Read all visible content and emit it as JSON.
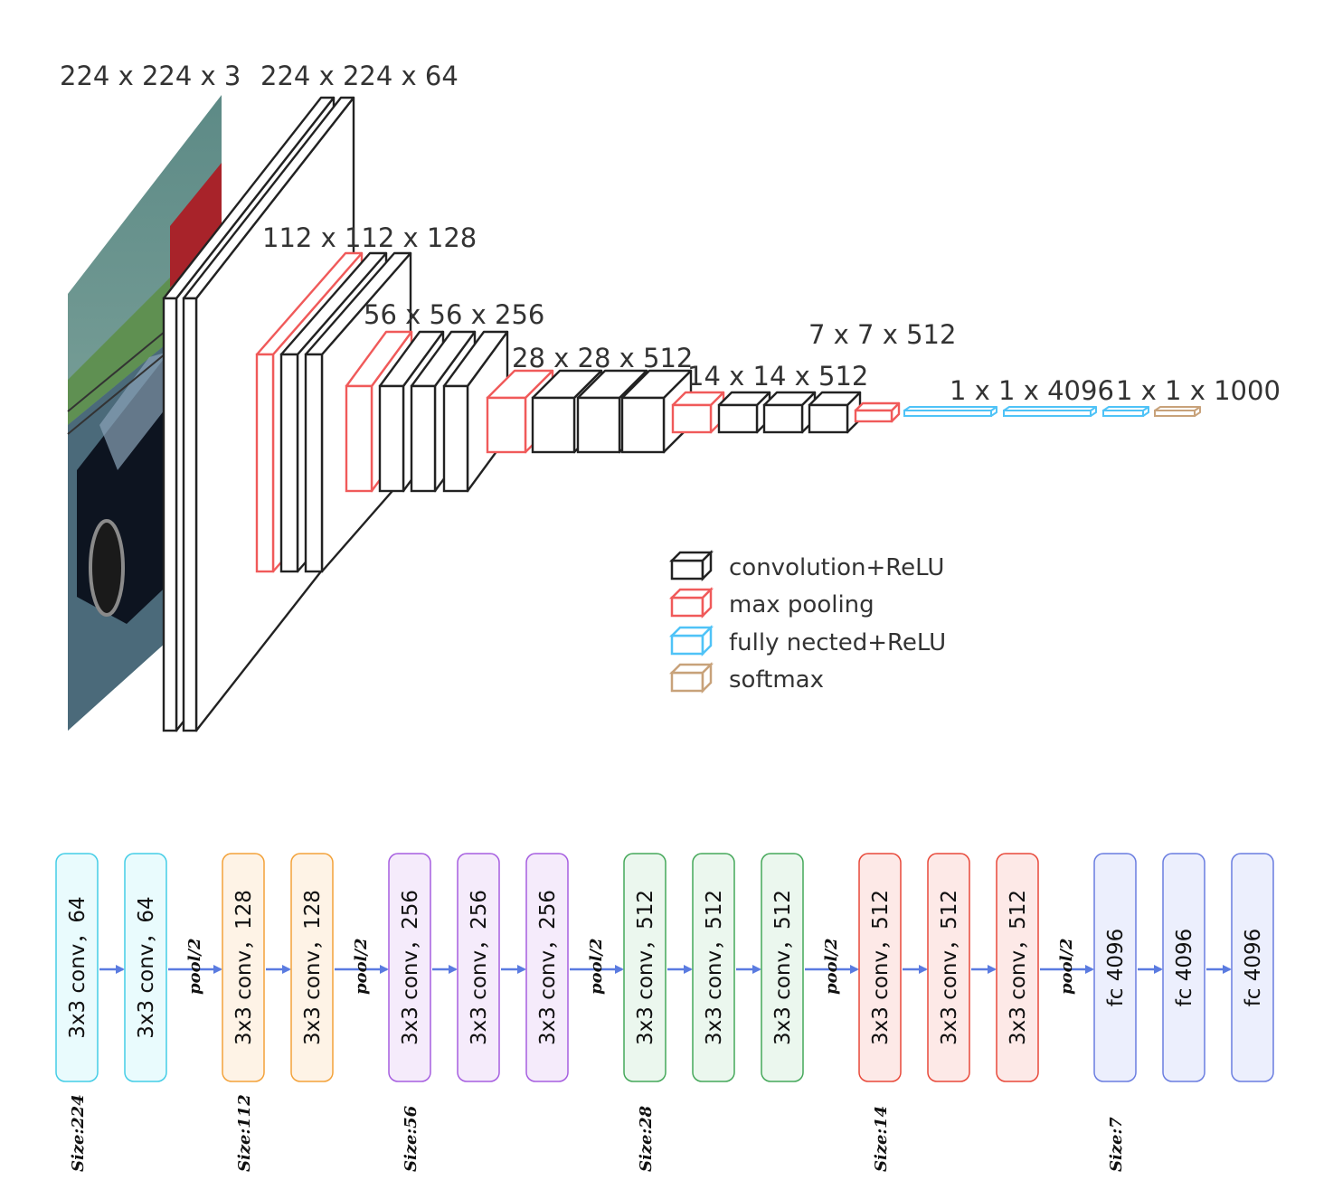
{
  "top_diagram": {
    "dimension_labels": [
      "224 x 224 x 3",
      "224 x 224 x 64",
      "112 x 112 x 128",
      "56 x 56 x 256",
      "28 x 28 x 512",
      "14 x 14 x 512",
      "7 x 7 x 512",
      "1 x 1 x 4096",
      "1 x 1 x 1000"
    ],
    "legend": [
      {
        "label": "convolution+ReLU",
        "color": "#222222"
      },
      {
        "label": "max pooling",
        "color": "#f05a5a"
      },
      {
        "label": "fully nected+ReLU",
        "color": "#4fc3f7"
      },
      {
        "label": "softmax",
        "color": "#c8a27a"
      }
    ]
  },
  "flow": {
    "pool_label": "pool/2",
    "groups": [
      {
        "size_label": "Size:224",
        "fill": "#e9fbfd",
        "stroke": "#44cde6",
        "blocks": [
          "3x3 conv，64",
          "3x3 conv，64"
        ]
      },
      {
        "size_label": "Size:112",
        "fill": "#fef3e6",
        "stroke": "#f3a23a",
        "blocks": [
          "3x3 conv，128",
          "3x3 conv，128"
        ]
      },
      {
        "size_label": "Size:56",
        "fill": "#f5ebfb",
        "stroke": "#a65ee0",
        "blocks": [
          "3x3 conv，256",
          "3x3 conv，256",
          "3x3 conv，256"
        ]
      },
      {
        "size_label": "Size:28",
        "fill": "#ebf7ee",
        "stroke": "#45a85a",
        "blocks": [
          "3x3 conv，512",
          "3x3 conv，512",
          "3x3 conv，512"
        ]
      },
      {
        "size_label": "Size:14",
        "fill": "#fde9e7",
        "stroke": "#e8493a",
        "blocks": [
          "3x3 conv，512",
          "3x3 conv，512",
          "3x3 conv，512"
        ]
      },
      {
        "size_label": "Size:7",
        "fill": "#eceffd",
        "stroke": "#6a7de0",
        "blocks": [
          "fc 4096",
          "fc 4096",
          "fc 4096"
        ]
      }
    ]
  }
}
